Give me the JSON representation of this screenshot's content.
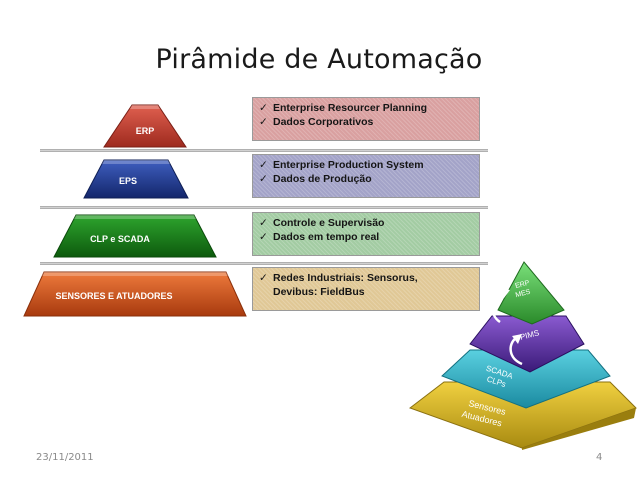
{
  "slide": {
    "title": "Pirâmide de Automação",
    "date": "23/11/2011",
    "page_number": "4"
  },
  "levels": [
    {
      "label": "ERP",
      "color": "#c0392b",
      "box_color": "#d9a0a0",
      "bullets": [
        "Enterprise Resourcer Planning",
        "Dados Corporativos"
      ]
    },
    {
      "label": "EPS",
      "color": "#1f3a93",
      "box_color": "#a3a3c8",
      "bullets": [
        "Enterprise Production System",
        "Dados de Produção"
      ]
    },
    {
      "label": "CLP e SCADA",
      "color": "#1a7a1a",
      "box_color": "#a3cca3",
      "bullets": [
        "Controle e Supervisão",
        "Dados em tempo real"
      ]
    },
    {
      "label": "SENSORES E ATUADORES",
      "color": "#d2561e",
      "box_color": "#e0c896",
      "bullets": [
        "Redes Industriais: Sensorus, Devibus: FieldBus"
      ]
    }
  ],
  "pyramid3d": [
    {
      "label": "ERP\nMES",
      "color": "#3cb043"
    },
    {
      "label": "PIMS",
      "color": "#5b2a9e"
    },
    {
      "label": "SCADA\nCLPs",
      "color": "#2ab0c8"
    },
    {
      "label": "Sensores\nAtuadores",
      "color": "#d4b21c"
    }
  ],
  "check_glyph": "✓"
}
